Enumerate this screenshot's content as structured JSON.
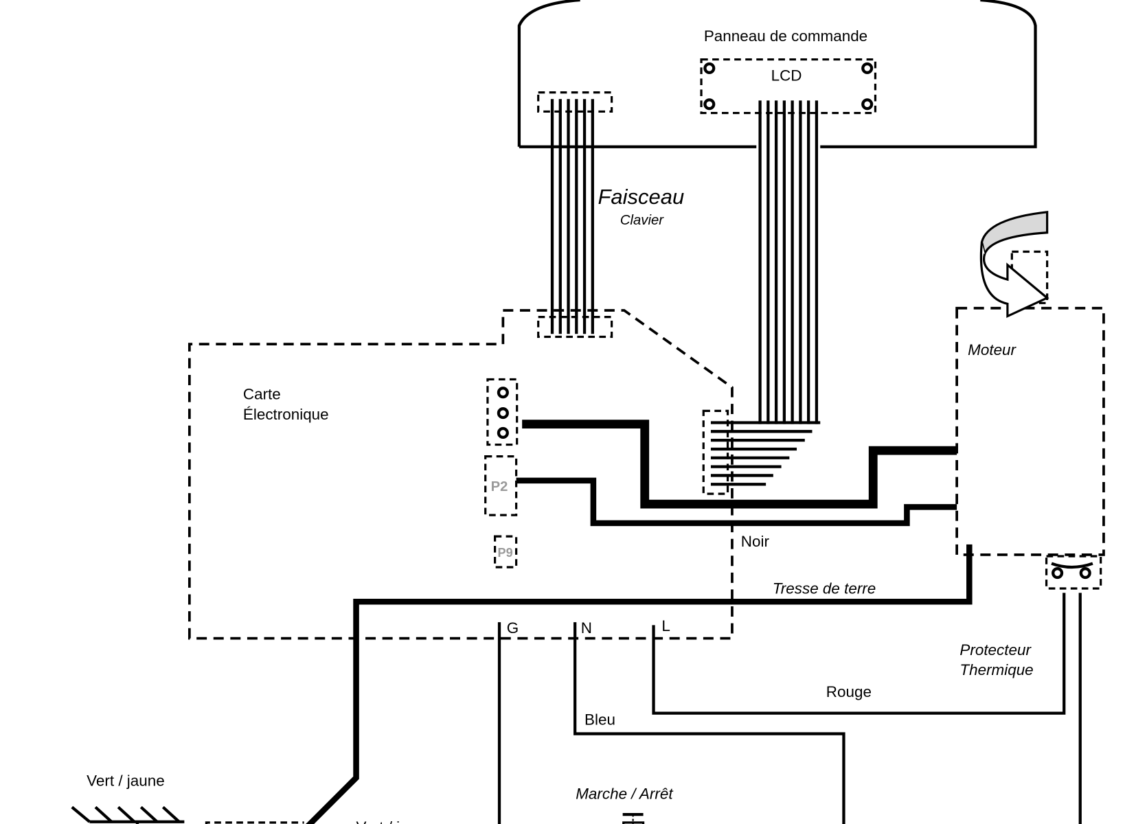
{
  "diagram": {
    "title": "Schéma de câblage",
    "components": {
      "control_panel": "Panneau de commande",
      "lcd": "LCD",
      "harness_title": "Faisceau",
      "harness_subtitle": "Clavier",
      "board_line1": "Carte",
      "board_line2": "Électronique",
      "connector_p2": "P2",
      "connector_p9": "P9",
      "motor": "Moteur",
      "thermal_line1": "Protecteur",
      "thermal_line2": "Thermique",
      "on_off": "Marche / Arrêt"
    },
    "terminals": {
      "g": "G",
      "n": "N",
      "l": "L"
    },
    "wires": {
      "black": "Noir",
      "earth_braid": "Tresse de terre",
      "red": "Rouge",
      "blue": "Bleu",
      "green_yellow_1": "Vert / jaune",
      "green_yellow_2": "Vert / jaune"
    },
    "colors": {
      "line": "#000000",
      "connector_label": "#9a9a9a",
      "rotation_arrow_fill": "#d9d9d9"
    }
  }
}
